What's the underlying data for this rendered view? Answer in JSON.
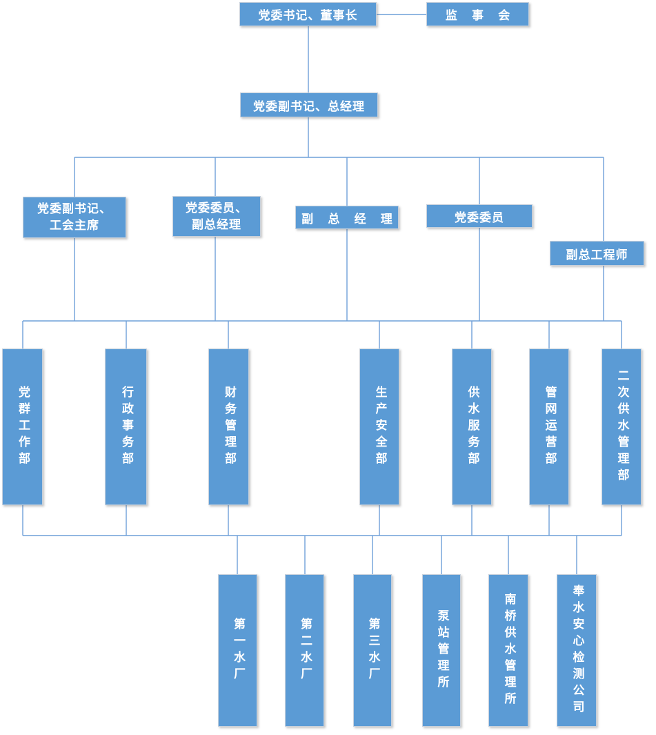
{
  "colors": {
    "node_fill": "#5B9BD5",
    "node_text": "#FFFFFF",
    "connector": "#6FA0D8"
  },
  "nodes": {
    "chairman": {
      "label": "党委书记、董事长"
    },
    "supervisory-board": {
      "label": "监 事 会"
    },
    "general-manager": {
      "label": "党委副书记、总经理"
    },
    "deputy-secretary-union-chair": {
      "lines": [
        "党委副书记、",
        "工会主席"
      ]
    },
    "committee-member-deputy-gm": {
      "lines": [
        "党委委员、",
        "副总经理"
      ]
    },
    "deputy-general-manager": {
      "label": "副 总 经 理"
    },
    "party-committee-member": {
      "label": "党委委员"
    },
    "deputy-chief-engineer": {
      "label": "副总工程师"
    },
    "party-mass-work-dept": {
      "label": "党群工作部"
    },
    "administrative-affairs-dept": {
      "label": "行政事务部"
    },
    "financial-management-dept": {
      "label": "财务管理部"
    },
    "production-safety-dept": {
      "label": "生产安全部"
    },
    "water-supply-service-dept": {
      "label": "供水服务部"
    },
    "pipe-network-operation-dept": {
      "label": "管网运营部"
    },
    "secondary-water-supply-management-dept": {
      "label": "二次供水管理部"
    },
    "no1-water-plant": {
      "label": "第一水厂"
    },
    "no2-water-plant": {
      "label": "第二水厂"
    },
    "no3-water-plant": {
      "label": "第三水厂"
    },
    "pump-station-management-office": {
      "label": "泵站管理所"
    },
    "nanqiao-water-supply-management-office": {
      "label": "南桥供水管理所"
    },
    "fengshui-anxin-testing-company": {
      "label": "奉水安心检测公司"
    }
  }
}
